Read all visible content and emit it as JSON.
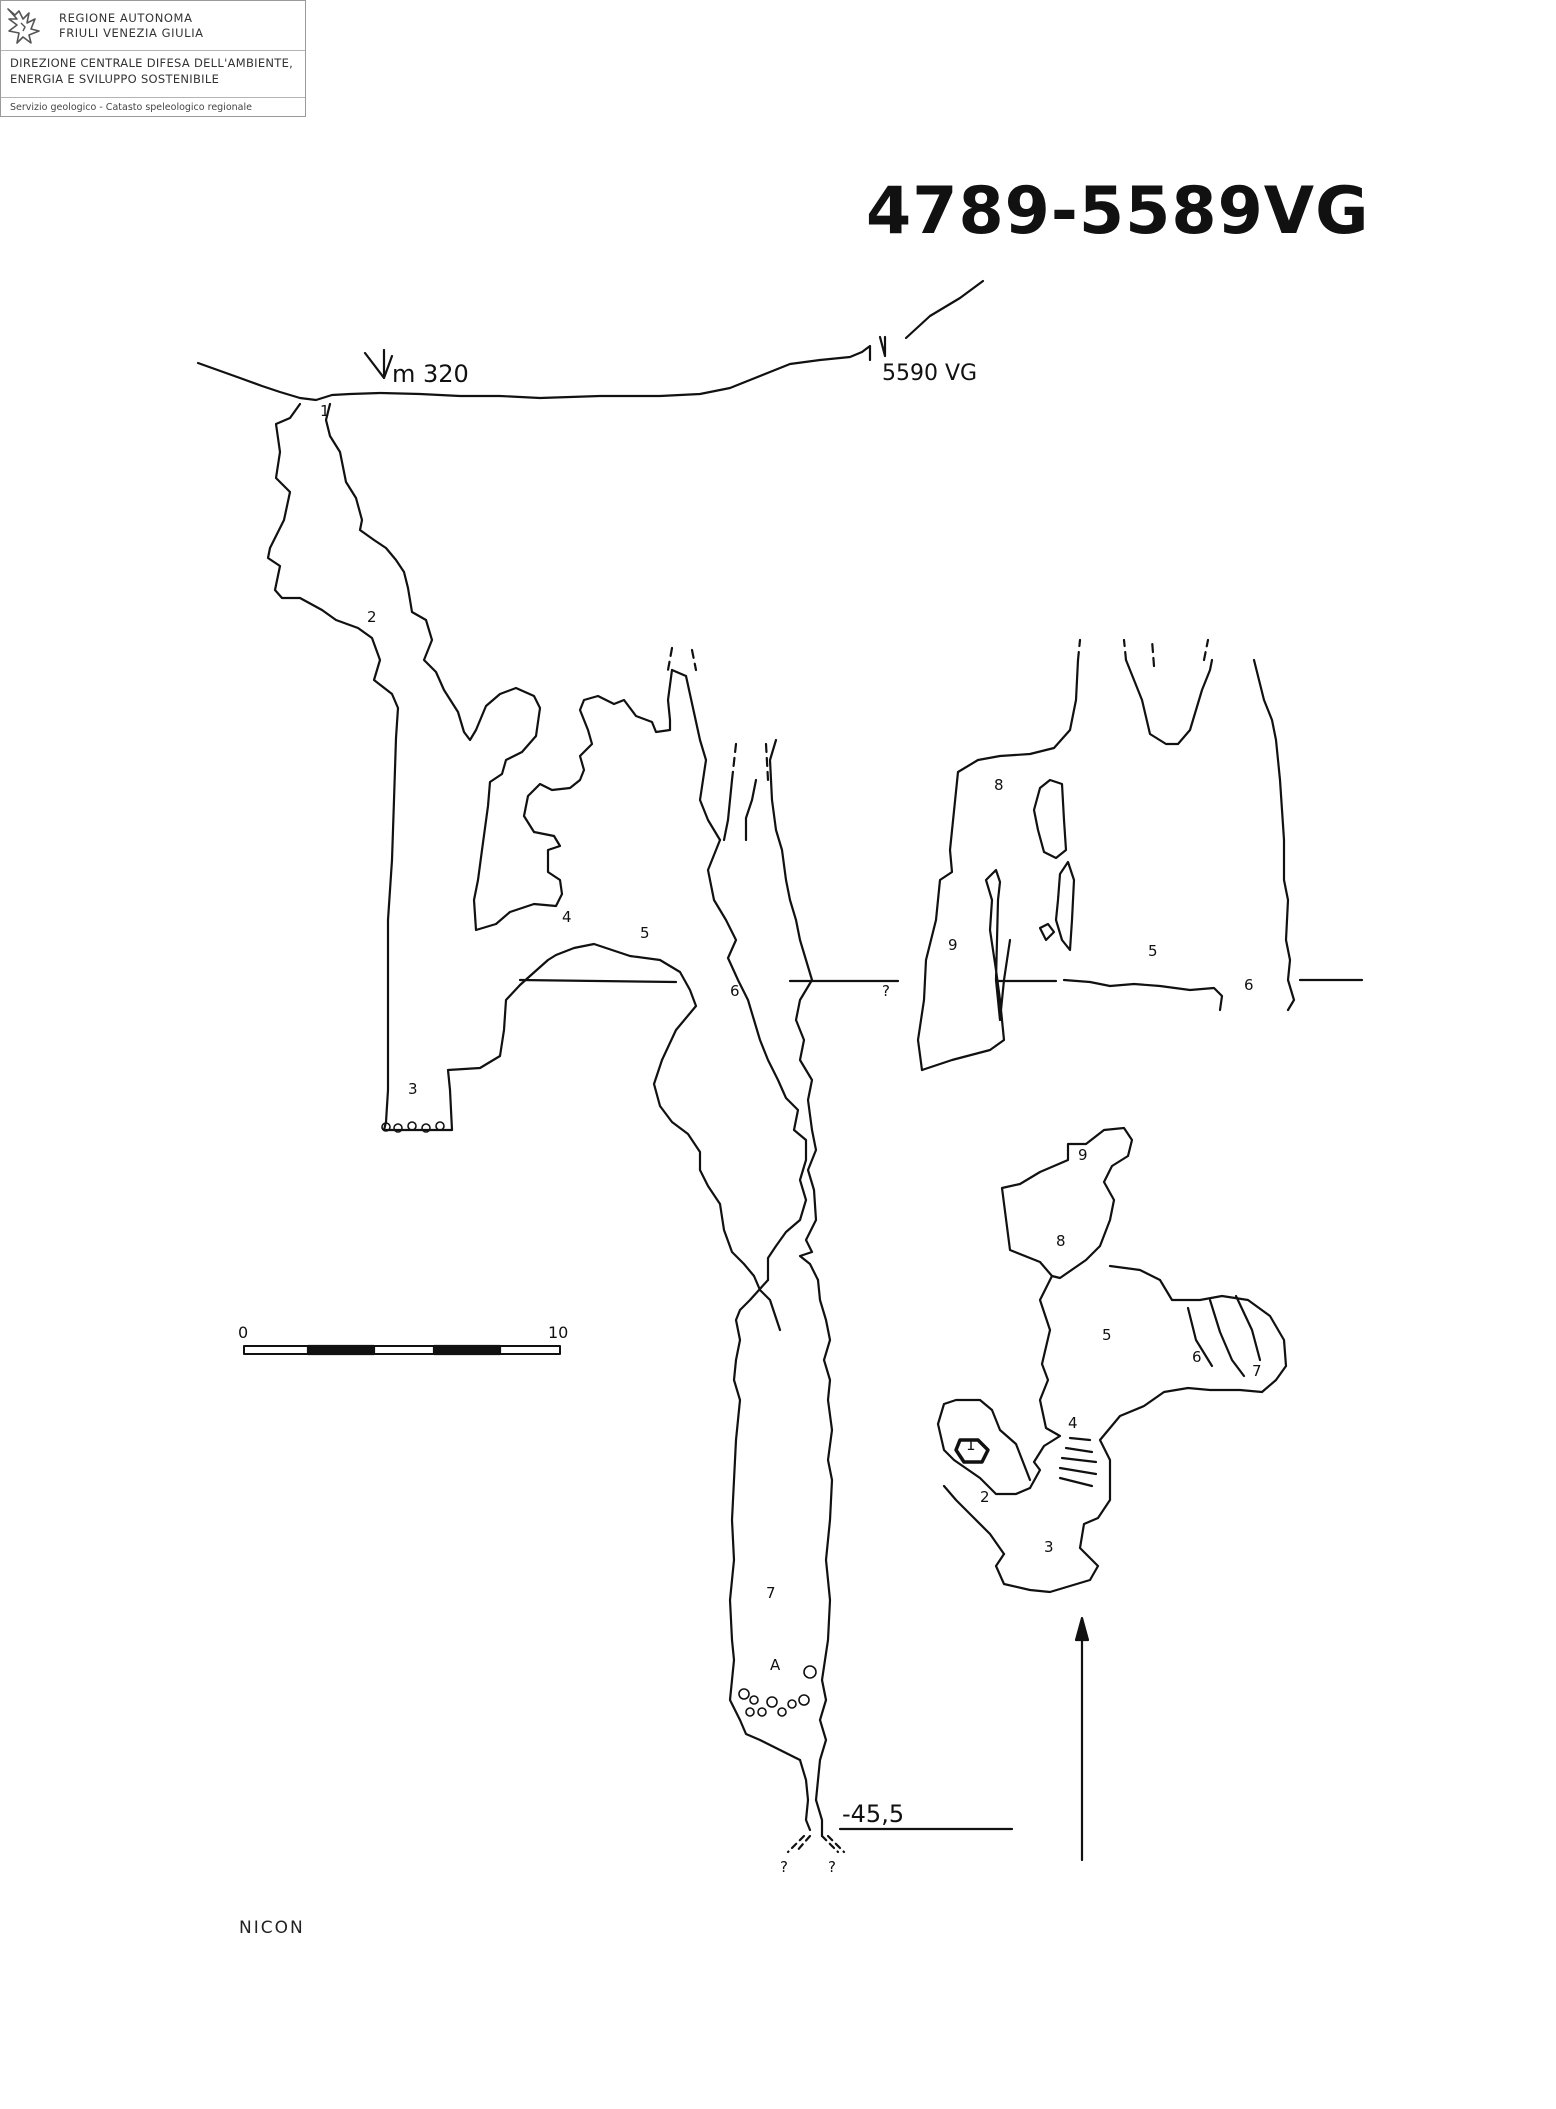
{
  "header": {
    "logo_icon": "eagle-coat-of-arms-icon",
    "region_line_1": "REGIONE AUTONOMA",
    "region_line_2": "FRIULI VENEZIA GIULIA",
    "directorate_line_1": "DIREZIONE CENTRALE DIFESA DELL'AMBIENTE,",
    "directorate_line_2": "ENERGIA E SVILUPPO SOSTENIBILE",
    "service": "Servizio geologico - Catasto speleologico regionale"
  },
  "cave_id": "4789-5589VG",
  "entrance": {
    "altitude_label": "m 320",
    "adjacent_cave_label": "5590 VG"
  },
  "section_labels": {
    "main": [
      "1",
      "2",
      "3",
      "4",
      "5",
      "6",
      "7",
      "A"
    ],
    "secondary": [
      "8",
      "9",
      "5",
      "6"
    ],
    "unknown_marks": [
      "?",
      "?",
      "?"
    ]
  },
  "depth_label": "-45,5",
  "scale_bar": {
    "start": "0",
    "end": "10"
  },
  "plan_labels": [
    "1",
    "2",
    "3",
    "4",
    "5",
    "6",
    "7",
    "8",
    "9"
  ],
  "north_arrow_icon": "north-arrow-icon",
  "author": "NICON"
}
